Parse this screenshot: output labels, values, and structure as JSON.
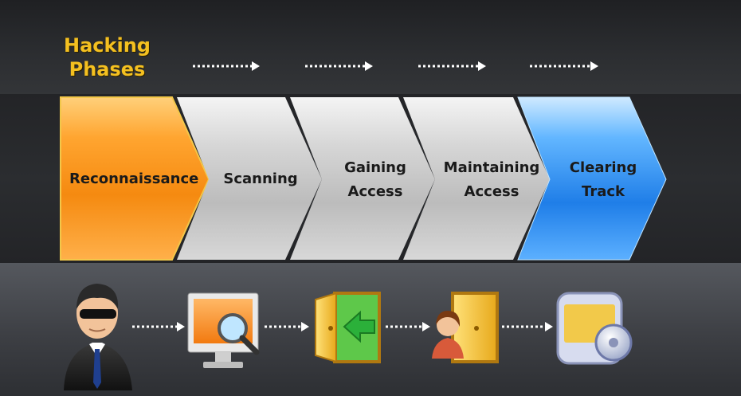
{
  "title": {
    "line1": "Hacking",
    "line2": "Phases"
  },
  "phases": [
    {
      "line1": "Reconnaissance",
      "line2": "",
      "color": "#f7901e"
    },
    {
      "line1": "Scanning",
      "line2": "",
      "color": "#c8c8c8"
    },
    {
      "line1": "Gaining",
      "line2": "Access",
      "color": "#c8c8c8"
    },
    {
      "line1": "Maintaining",
      "line2": "Access",
      "color": "#c8c8c8"
    },
    {
      "line1": "Clearing",
      "line2": "Track",
      "color": "#2a8cf0"
    }
  ],
  "icons": [
    "hacker-icon",
    "monitor-magnifier-icon",
    "door-arrow-icon",
    "door-person-icon",
    "folder-erase-icon"
  ]
}
